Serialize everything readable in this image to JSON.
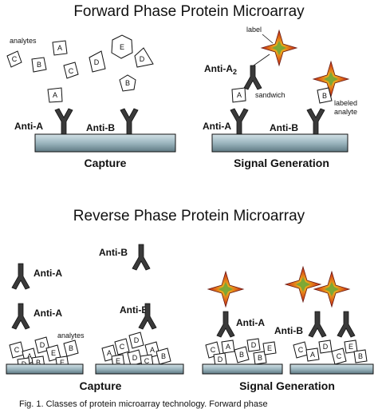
{
  "titles": {
    "forward": "Forward Phase Protein Microarray",
    "reverse": "Reverse Phase Protein Microarray"
  },
  "forward": {
    "capture_caption": "Capture",
    "signal_caption": "Signal Generation",
    "analytes_label": "analytes",
    "anti_a": "Anti-A",
    "anti_b": "Anti-B",
    "anti_a2": "Anti-A",
    "anti_a2_sub": "2",
    "label_label": "label",
    "sandwich_label": "sandwich",
    "labeled_line1": "labeled",
    "labeled_line2": "analyte",
    "analytes": [
      "A",
      "B",
      "C",
      "D",
      "E",
      "D",
      "C",
      "B",
      "A"
    ],
    "signal_analytes": [
      "A",
      "B"
    ]
  },
  "reverse": {
    "capture_caption": "Capture",
    "signal_caption": "Signal Generation",
    "anti_a_top": "Anti-A",
    "anti_a_mid": "Anti-A",
    "anti_b_top": "Anti-B",
    "anti_b_mid": "Anti-B",
    "analytes_label": "analytes",
    "anti_a_signal": "Anti-A",
    "anti_b_signal": "Anti-B",
    "pile_letters": [
      "C",
      "A",
      "D",
      "B",
      "E",
      "B",
      "D",
      "C",
      "A",
      "B"
    ]
  },
  "caption": "Fig. 1. Classes of protein microarray technology. Forward phase",
  "colors": {
    "antibody": "#3a3a3a",
    "slide_top": "#b9cdd4",
    "slide_side": "#6e8b96",
    "star_red": "#d22a1c",
    "star_yellow": "#f4d21e",
    "star_green": "#6aa43a"
  }
}
